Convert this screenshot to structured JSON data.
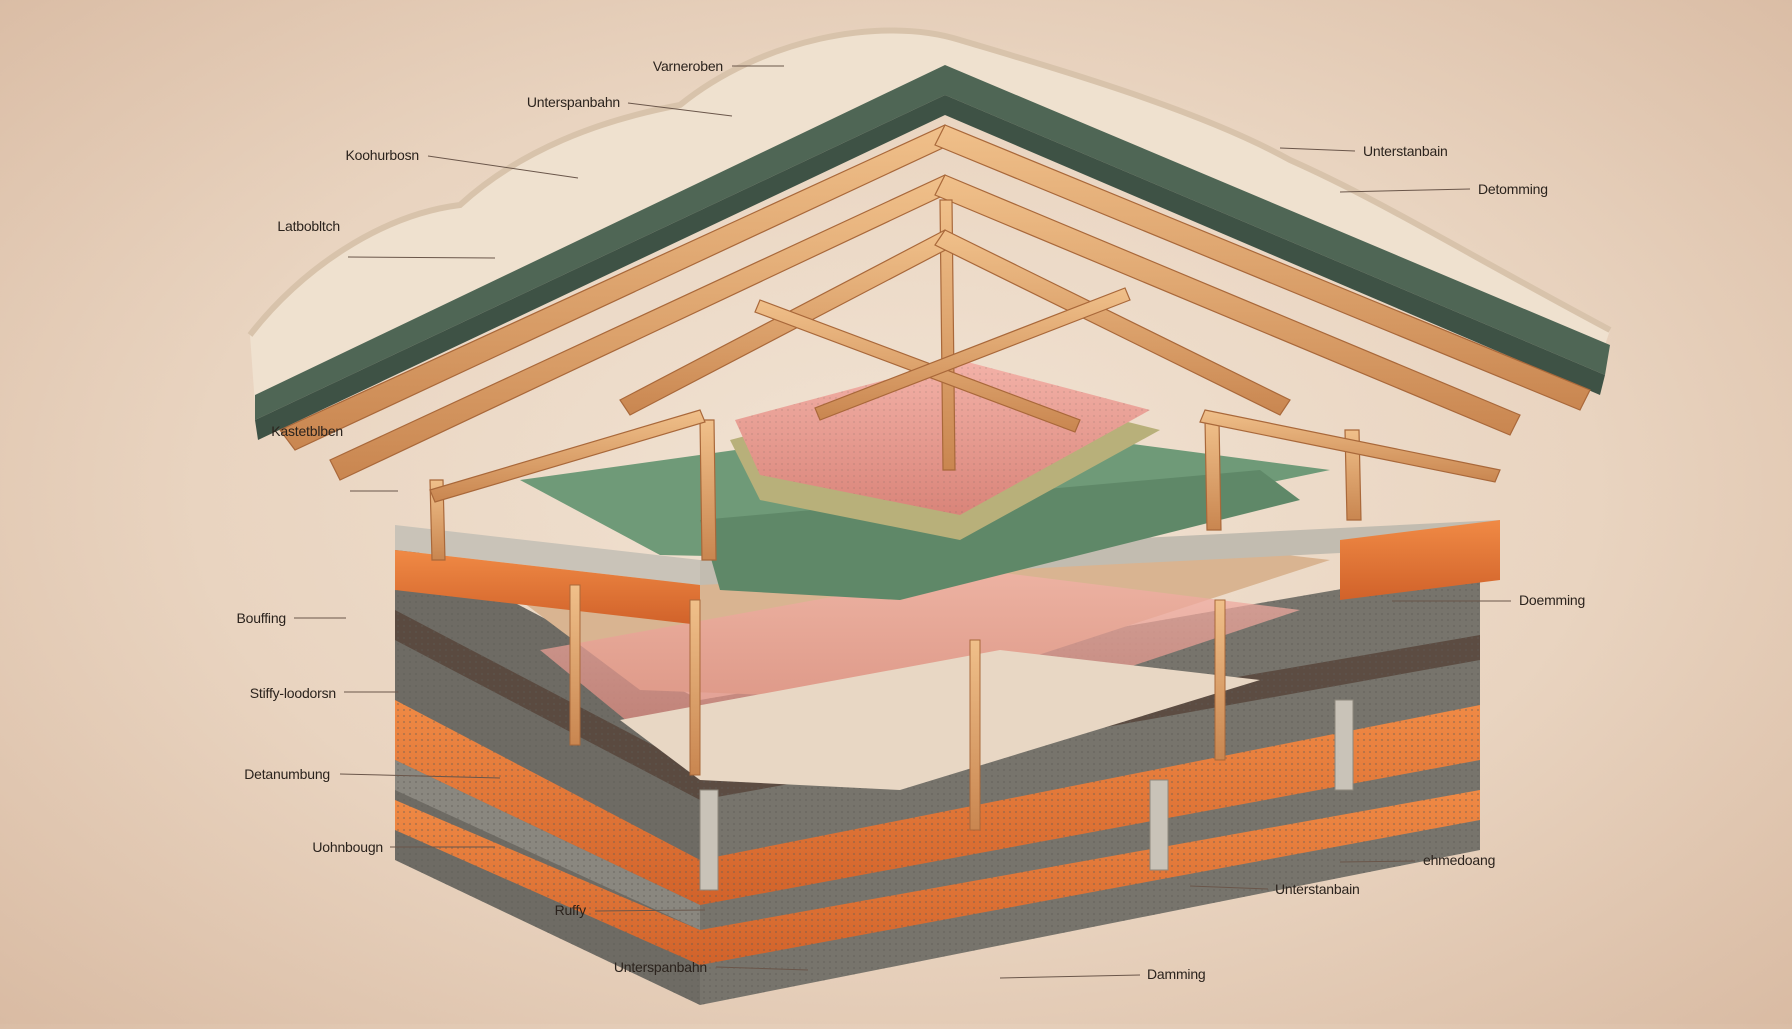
{
  "labels": [
    {
      "id": "l1",
      "text": "Varneroben"
    },
    {
      "id": "l2",
      "text": "Unterspanbahn"
    },
    {
      "id": "l3",
      "text": "Koohurbosn"
    },
    {
      "id": "l4",
      "text": "Latbobltch"
    },
    {
      "id": "l5",
      "text": "Kastetblben"
    },
    {
      "id": "l6",
      "text": "Bouffing"
    },
    {
      "id": "l7",
      "text": "Stiffy-loodorsn"
    },
    {
      "id": "l8",
      "text": "Detanumbung"
    },
    {
      "id": "l9",
      "text": "Uohnbougn"
    },
    {
      "id": "l10",
      "text": "Ruffy"
    },
    {
      "id": "l11",
      "text": "Unterspanbahn"
    },
    {
      "id": "l12",
      "text": "Unterstanbain"
    },
    {
      "id": "l13",
      "text": "Detomming"
    },
    {
      "id": "l14",
      "text": "Doemming"
    },
    {
      "id": "l15",
      "text": "ehmedoang"
    },
    {
      "id": "l16",
      "text": "Unterstanbain"
    },
    {
      "id": "l17",
      "text": "Damming"
    }
  ],
  "colors": {
    "timber": "#e0a46a",
    "timber_dark": "#b8743e",
    "roof_sheet": "#4f6655",
    "insulation_pink": "#e59a94",
    "orange_layer": "#e4783a",
    "concrete": "#7d7a72",
    "green_board": "#6f9a78",
    "cloud": "#efe1cf"
  }
}
